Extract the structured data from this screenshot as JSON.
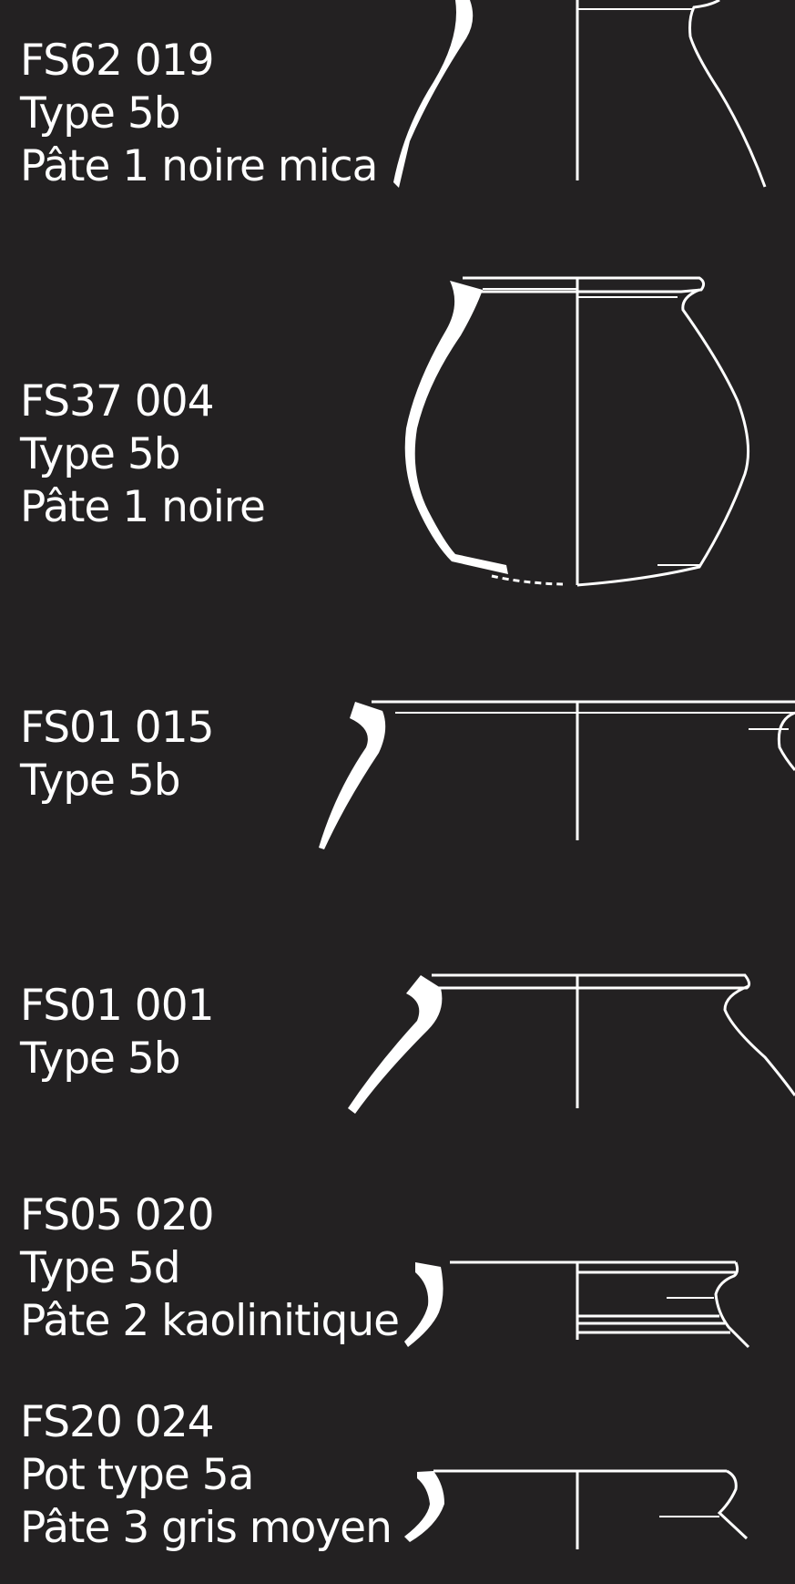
{
  "accent_color": "#ffffff",
  "background_color": "#232122",
  "sherds": [
    {
      "id": "FS62 019",
      "type": "Type 5b",
      "fabric": "Pâte 1 noire mica"
    },
    {
      "id": "FS37 004",
      "type": "Type 5b",
      "fabric": "Pâte 1 noire"
    },
    {
      "id": "FS01  015",
      "type": "Type 5b",
      "fabric": ""
    },
    {
      "id": "FS01 001",
      "type": "Type 5b",
      "fabric": ""
    },
    {
      "id": "FS05 020",
      "type": "Type 5d",
      "fabric": "Pâte 2 kaolinitique"
    },
    {
      "id": "FS20 024",
      "type": "Pot type 5a",
      "fabric": "Pâte 3 gris moyen"
    }
  ]
}
